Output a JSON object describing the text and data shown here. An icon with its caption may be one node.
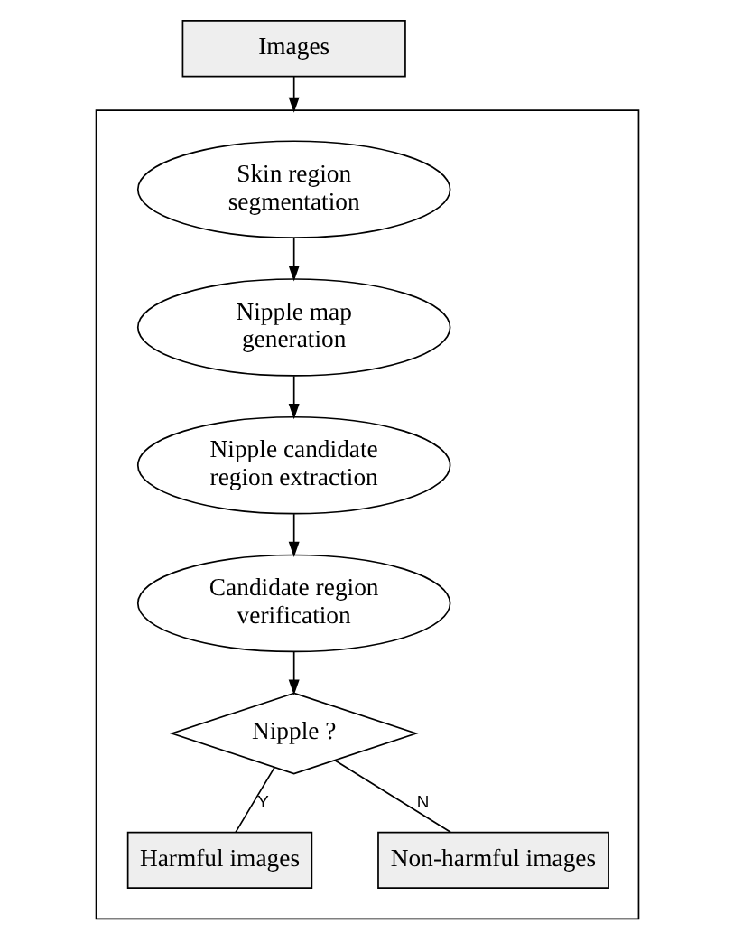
{
  "diagram": {
    "nodes": [
      {
        "text": [
          "Images"
        ]
      },
      {
        "text": [],
        "shape": "box"
      },
      {
        "text": [
          "Skin region segmentation"
        ],
        "in": 1
      },
      {
        "text": [
          "Nipple map generation"
        ],
        "in": 1
      },
      {
        "text": [
          "Nipple candidate region extraction"
        ],
        "in": 1
      },
      {
        "text": [
          "Candidate region verification"
        ],
        "in": 1
      },
      {
        "text": [
          "Nipple ?"
        ],
        "in": 1
      },
      {
        "text": [
          "Harmful images"
        ],
        "in": 1
      },
      {
        "text": [
          "Non-harmful images"
        ],
        "in": 1
      }
    ],
    "edges": [
      {
        "from": 0,
        "to": 1,
        "arrow": "to"
      },
      {
        "from": 2,
        "to": 3,
        "arrow": "to"
      },
      {
        "from": 3,
        "to": 4,
        "arrow": "to"
      },
      {
        "from": 4,
        "to": 5,
        "arrow": "to"
      },
      {
        "from": 5,
        "to": 6,
        "arrow": "to"
      },
      {
        "from": 6,
        "to": 7,
        "arrow": "none",
        "label": "Y"
      },
      {
        "from": 6,
        "to": 8,
        "arrow": "none",
        "label": "N"
      }
    ]
  }
}
